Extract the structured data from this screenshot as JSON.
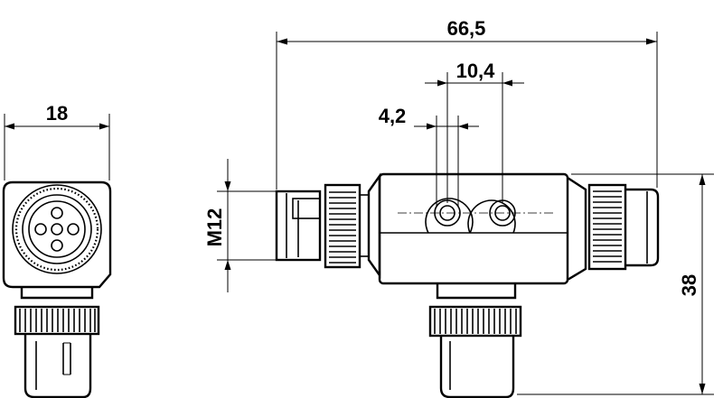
{
  "dimensions": {
    "width_side": "18",
    "overall_length": "66,5",
    "port_spacing": "10,4",
    "hole_dia": "4,2",
    "thread": "M12",
    "height": "38"
  }
}
